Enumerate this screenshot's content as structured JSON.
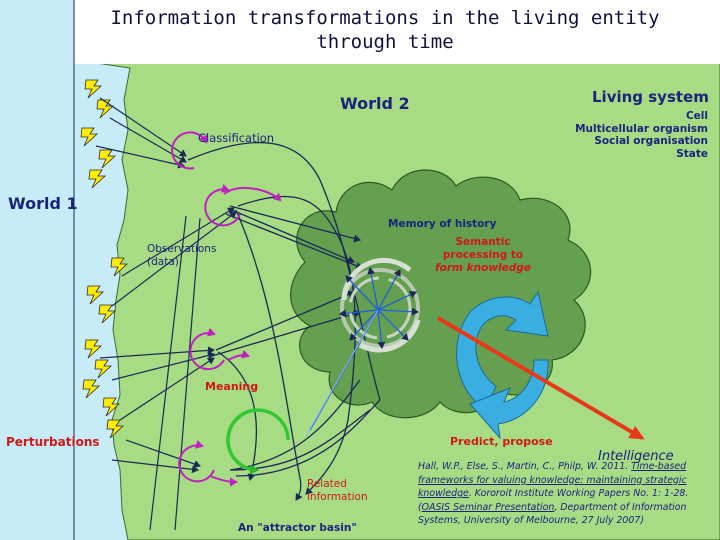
{
  "title": {
    "line1": "Information transformations in the living entity",
    "line2": "through time"
  },
  "labels": {
    "world2": "World 2",
    "living_system": "Living system",
    "living_system_levels": [
      "Cell",
      "Multicellular organism",
      "Social organisation",
      "State"
    ],
    "classification": "Classification",
    "world1": "World 1",
    "memory": "Memory of history",
    "semantic": [
      "Semantic",
      "processing to",
      "form knowledge"
    ],
    "observations": [
      "Observations",
      "(data)"
    ],
    "meaning": "Meaning",
    "perturbations": "Perturbations",
    "predict": "Predict, propose",
    "intelligence": "Intelligence",
    "related": [
      "Related",
      "information"
    ],
    "attractor": "An \"attractor basin\""
  },
  "reference": {
    "p1": "Hall, W.P., Else, S., Martin, C., Philp, W. 2011. ",
    "link1": "Time-based frameworks for valuing knowledge: maintaining strategic knowledge",
    "p2": ". Kororoit Institute Working Papers No. 1: 1-28. (",
    "link2": "OASIS Seminar Presentation",
    "p3": ", Department of Information Systems, University of Melbourne, 27 July 2007)"
  },
  "colors": {
    "world2_field": "#a8dc84",
    "world1_field": "#c8ebf8",
    "cloud": "#64a050",
    "lightning": "#ffee00",
    "loop": "#d020d0",
    "attractor": "#30c830",
    "cycle": "#3aaee0",
    "intelligence_arrow": "#e83818",
    "text_blue": "#1a237e",
    "text_red": "#d01818"
  }
}
